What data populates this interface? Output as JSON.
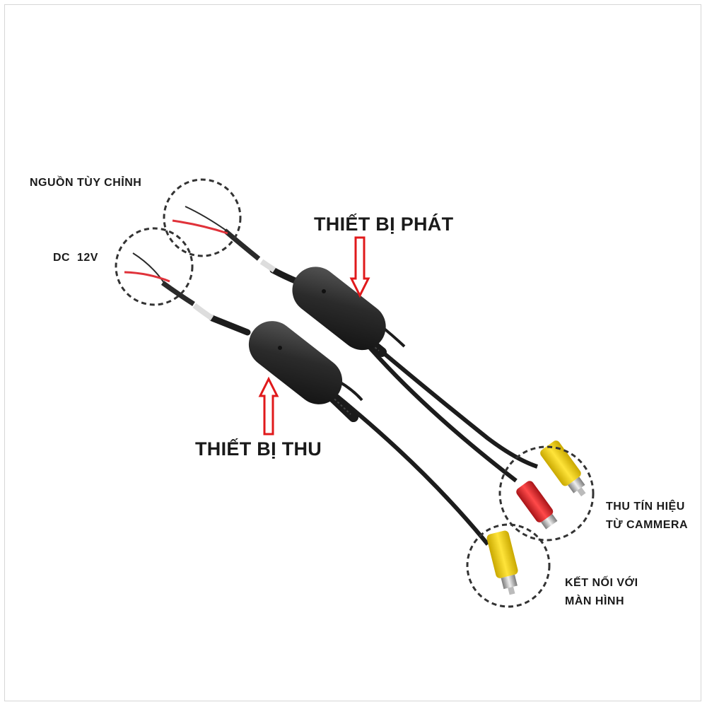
{
  "labels": {
    "power_custom": "NGUỒN TÙY CHỈNH",
    "dc_12v": "DC  12V",
    "transmitter": "THIẾT BỊ PHÁT",
    "receiver": "THIẾT BỊ THU",
    "camera_line1": "THU TÍN HIỆU",
    "camera_line2": "TỪ CAMMERA",
    "monitor_line1": "KẾT NỐI VỚI",
    "monitor_line2": "MÀN HÌNH"
  },
  "colors": {
    "cable": "#1c1c1c",
    "module_body": "#2a2a2a",
    "arrow_outline": "#e0191b",
    "rca_yellow": "#f2d21a",
    "rca_red": "#e8262a",
    "wire_red": "#e0323a",
    "dash_circle": "#333333"
  }
}
